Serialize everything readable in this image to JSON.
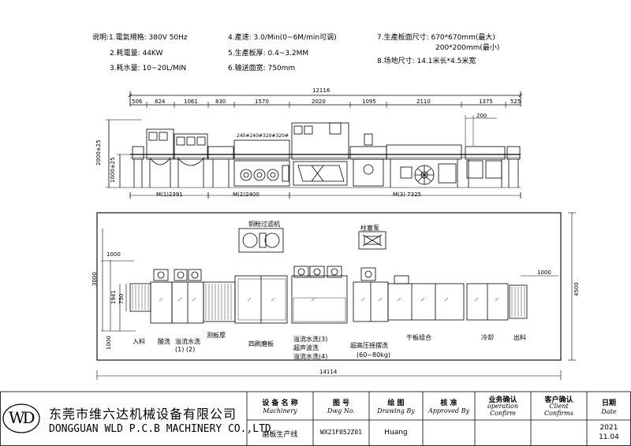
{
  "specs": {
    "s1": "说明:1.電氣規格: 380V 50Hz",
    "s2": "2.耗電量: 44KW",
    "s3": "3.耗水量: 10~20L/MIN",
    "s4": "4.產速: 3.0/Min(0~6M/min可调)",
    "s5": "5.生產板厚: 0.4~3.2MM",
    "s6": "6.输送面宽: 750mm",
    "s7": "7.生產板面尺寸: 670*670mm(最大)",
    "s7b": "200*200mm(最小)",
    "s8": "8.场地尺寸: 14.1米长*4.5米宽"
  },
  "top_dims": {
    "total": "12116",
    "segments": [
      "506",
      "824",
      "1061",
      "830",
      "1570",
      "2020",
      "1095",
      "2110",
      "1375",
      "525"
    ],
    "d200": "200",
    "h2000": "2000±25",
    "h1000": "1000±25",
    "roller_labels": "240#240#320#320#",
    "m1": "M(1)2391",
    "m2": "M(2)2400",
    "m3": "M(3) 7325"
  },
  "plan": {
    "copper_filter": "铜粉过滤机",
    "plunger_pump": "柱塞泵",
    "d1000_top": "1000",
    "d3000": "3000",
    "d1941": "1941",
    "d750": "750",
    "d1000_bottom": "1000",
    "d1000_right": "1000",
    "d4500": "4500",
    "d14114": "14114",
    "labels": {
      "feed": "入料",
      "acid": "酸洗",
      "overflow12": "溢流水洗",
      "overflow12b": "(1) (2)",
      "thick": "测板厚",
      "brush": "四刷磨板",
      "ov3": "溢流水洗(3)",
      "ultra": "超声波洗",
      "ov4": "溢流水洗(4)",
      "hp": "超高压摇摆洗",
      "hp_b": "(60~80kg)",
      "dryer": "干板组合",
      "cool": "冷却",
      "out": "出料"
    }
  },
  "title_block": {
    "company_cn": "东莞市维六达机械设备有限公司",
    "company_en": "DONGGUAN WLD P.C.B MACHINERY CO.,LTD",
    "logo_text": "WD",
    "h_name_cn": "设 备 名 称",
    "h_name_en": "Machinery",
    "h_dwg_cn": "图 号",
    "h_dwg_en": "Dwg No.",
    "h_draw_cn": "绘 图",
    "h_draw_en": "Drawing By",
    "h_appr_cn": "核 准",
    "h_appr_en": "Approved By",
    "h_op_cn": "业务确认",
    "h_op_en1": "operation",
    "h_op_en2": "Confirm",
    "h_cl_cn": "客户确认",
    "h_cl_en1": "Client",
    "h_cl_en2": "Confirms",
    "h_date_cn": "日期",
    "h_date_en": "Date",
    "v_name": "磨板生产线",
    "v_dwg": "WX21F052Z01",
    "v_draw": "Huang",
    "v_date1": "2021",
    "v_date2": "11.04"
  }
}
